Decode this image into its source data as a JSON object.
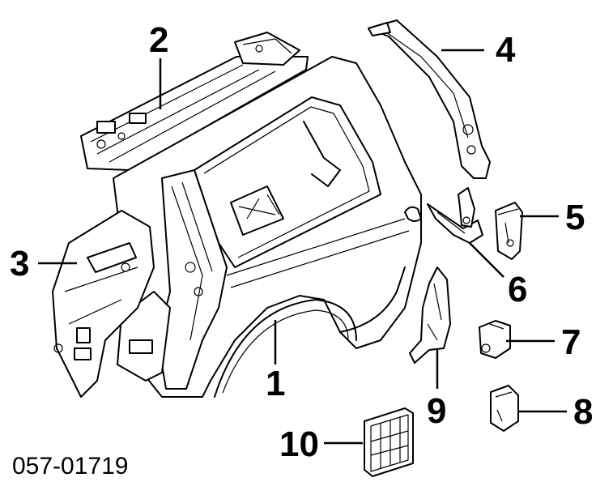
{
  "callouts": {
    "c1": "1",
    "c2": "2",
    "c3": "3",
    "c4": "4",
    "c5": "5",
    "c6": "6",
    "c7": "7",
    "c8": "8",
    "c9": "9",
    "c10": "10"
  },
  "diagram_code": "057-01719"
}
